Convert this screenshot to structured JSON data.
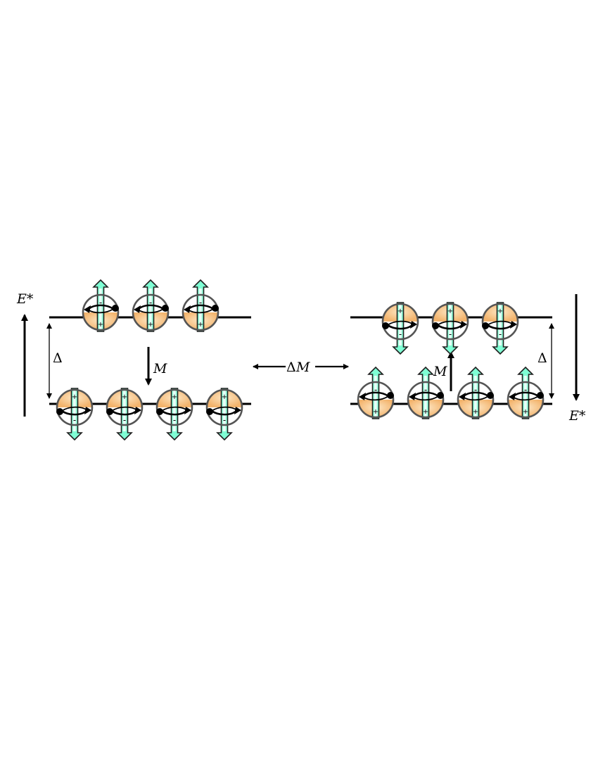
{
  "labels": {
    "e_star": "E*",
    "delta": "Δ",
    "delta_small": "Δ",
    "m": "M",
    "delta_m_delta": "Δ",
    "delta_m_m": "M"
  },
  "panels": [
    {
      "id": "left",
      "upper_level_orientation": "dipole-up",
      "lower_level_orientation": "dipole-down",
      "upper_count": 3,
      "lower_count": 4,
      "magnetization_arrow": "down",
      "energy_arrow": "up"
    },
    {
      "id": "right",
      "upper_level_orientation": "dipole-down",
      "lower_level_orientation": "dipole-up",
      "upper_count": 3,
      "lower_count": 4,
      "magnetization_arrow": "up",
      "energy_arrow": "down"
    }
  ],
  "colors": {
    "line": "#000000",
    "atom_outline": "#555555",
    "atom_fill": "#f3b46d",
    "dipole_arrow": "#7fffd4",
    "dipole_arrow_outline": "#1f1f1f"
  },
  "icons": [
    "atom-icon",
    "dipole-arrow-icon",
    "orbit-arrow-icon"
  ]
}
